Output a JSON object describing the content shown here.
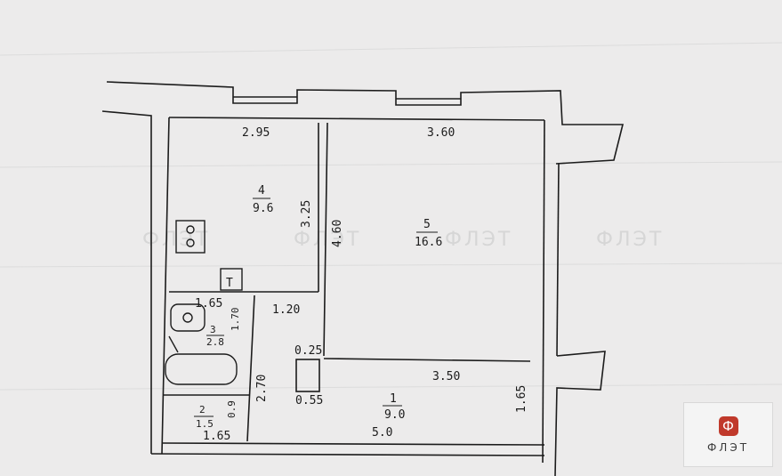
{
  "colors": {
    "paper": "#ecebeb",
    "ink": "#1c1c1c",
    "logo_accent": "#c0392b"
  },
  "watermark": {
    "text": "ФЛЭТ"
  },
  "logo": {
    "mark": "Ф",
    "text": "ФЛЭТ"
  },
  "dimensions": {
    "top_left": "2.95",
    "top_right": "3.60",
    "room4_height": "3.25",
    "room5_height": "4.60",
    "bath_width": "1.65",
    "corridor_width": "1.20",
    "bath_height": "1.70",
    "pillar_width": "0.25",
    "pillar_depth": "0.55",
    "hall_width": "3.50",
    "hall_height": "2.70",
    "wc_depth": "0.9",
    "wc_width": "1.65",
    "hall_length": "5.0",
    "hall_side": "1.65"
  },
  "rooms": [
    {
      "number": "4",
      "area": "9.6"
    },
    {
      "number": "5",
      "area": "16.6"
    },
    {
      "number": "3",
      "area": "2.8"
    },
    {
      "number": "2",
      "area": "1.5"
    },
    {
      "number": "1",
      "area": "9.0"
    }
  ],
  "fixtures": {
    "stove_mark": "T"
  }
}
